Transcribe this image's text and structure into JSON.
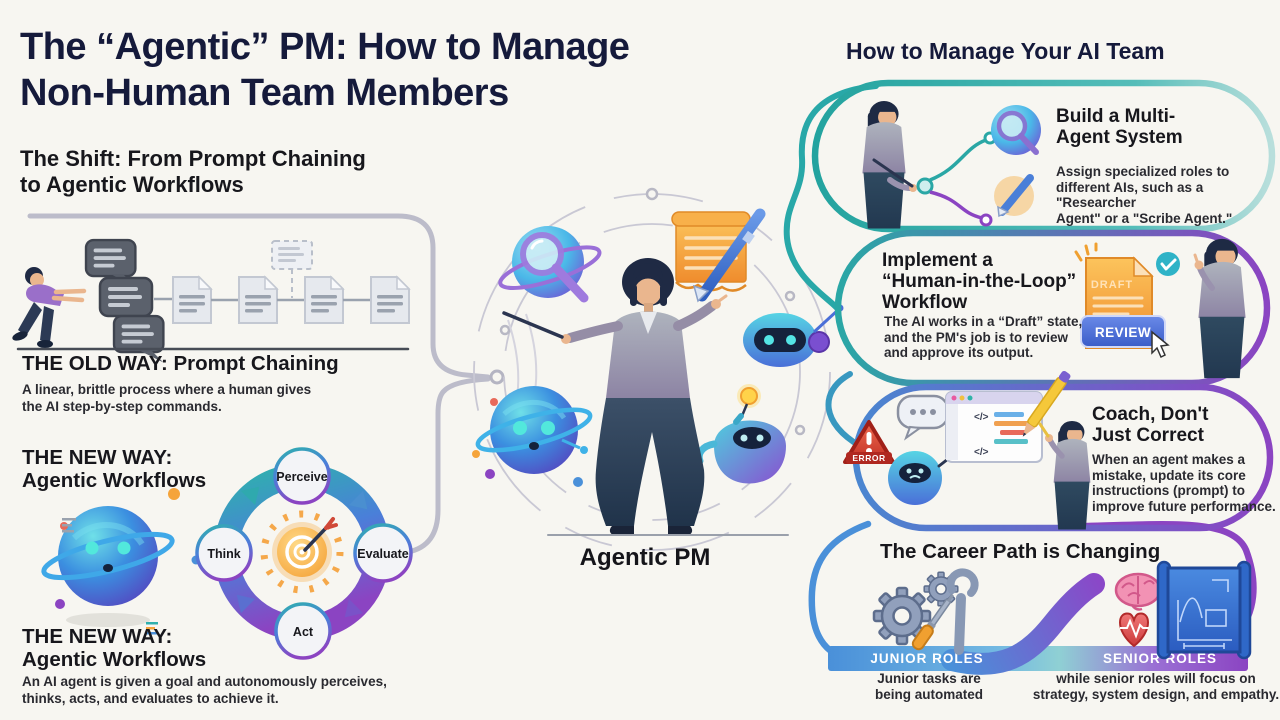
{
  "title": {
    "bold": "The “Agentic” PM:",
    "regular": " How to Manage",
    "line2": "Non-Human Team Members"
  },
  "left": {
    "shift_heading": "The Shift: From Prompt Chaining\nto Agentic Workflows",
    "old_way": {
      "heading": "THE OLD WAY: Prompt Chaining",
      "body": "A linear, brittle process where a human gives\nthe AI step-by-step commands."
    },
    "new_way_label_top": "THE NEW WAY:\nAgentic Workflows",
    "cycle": {
      "top": "Perceive",
      "right": "Evaluate",
      "bottom": "Act",
      "left": "Think"
    },
    "new_way_label_bottom": "THE NEW WAY:\nAgentic Workflows",
    "new_way_body": "An AI agent is given a goal and autonomously perceives,\nthinks, acts, and evaluates to achieve it."
  },
  "center": {
    "caption": "Agentic PM"
  },
  "right": {
    "header": "How to Manage Your AI Team",
    "cards": [
      {
        "title": "Build a Multi-\nAgent System",
        "body": "Assign specialized roles to\ndifferent AIs, such as a \"Researcher\nAgent\" or a \"Scribe Agent.\""
      },
      {
        "title": "Implement a\n“Human-in-the-Loop”\nWorkflow",
        "body": "The AI works in a “Draft” state,\nand the PM's job is to review\nand approve its output.",
        "draft_label": "DRAFT",
        "review_label": "REVIEW"
      },
      {
        "title": "Coach, Don't\nJust Correct",
        "body": "When an agent makes a\nmistake, update its core\ninstructions (prompt) to\nimprove future performance.",
        "error_label": "ERROR"
      }
    ],
    "career": {
      "heading": "The Career Path is Changing",
      "junior_label": "JUNIOR ROLES",
      "senior_label": "SENIOR ROLES",
      "junior_caption": "Junior tasks are\nbeing automated",
      "senior_caption": "while senior roles will focus on\nstrategy, system design, and empathy."
    }
  },
  "colors": {
    "teal": "#2aa7a5",
    "purple": "#8b44c2",
    "blue": "#4a90d9",
    "navy": "#151a3b",
    "orange": "#f5a43b"
  }
}
